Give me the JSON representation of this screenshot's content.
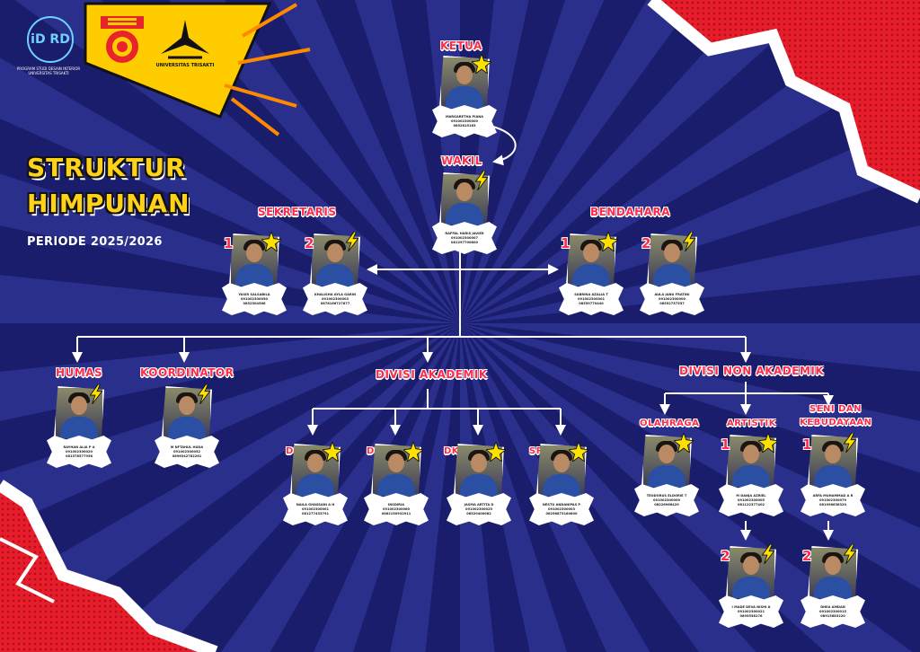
{
  "header": {
    "logo1_text": "iD RD",
    "logo1_caption": "PROGRAM STUDI DESAIN INTERIOR\nUNIVERSITAS TRISAKTI",
    "logo3_caption": "UNIVERSITAS TRISAKTI"
  },
  "heading": {
    "line1": "STRUKTUR",
    "line2": "HIMPUNAN",
    "period": "PERIODE 2025/2026"
  },
  "roles": {
    "ketua": "KETUA",
    "wakil": "WAKIL",
    "sekretaris": "SEKRETARIS",
    "bendahara": "BENDAHARA",
    "humas": "HUMAS",
    "koordinator": "KOORDINATOR",
    "akademik": "DIVISI AKADEMIK",
    "nonakademik": "DIVISI  NON AKADEMIK",
    "di": "DI",
    "dp": "DP",
    "dkv": "DKV",
    "sr": "SR",
    "olahraga": "OLAHRAGA",
    "artistik": "ARTISTIK",
    "seni1": "SENI DAN",
    "seni2": "KEBUDAYAAN"
  },
  "members": {
    "ketua": {
      "name": "MARGARETHA PIANA",
      "id": "091002300000",
      "phone": "0852815163"
    },
    "wakil": {
      "name": "RAFFAL HARIS JAVIER",
      "id": "091002300007",
      "phone": "081297700800"
    },
    "sekretaris1": {
      "rank": "1",
      "name": "YASIR SALSABILA",
      "id": "091002300050",
      "phone": "0852504566"
    },
    "sekretaris2": {
      "rank": "2",
      "name": "KHALISHA AYLA GARIN",
      "id": "091002300003",
      "phone": "0878166727877"
    },
    "bendahara1": {
      "rank": "1",
      "name": "SABRINA AZALIA T",
      "id": "091002300001",
      "phone": "08559770440"
    },
    "bendahara2": {
      "rank": "2",
      "name": "AULA JANU FRATINI",
      "id": "091002300000",
      "phone": "08552757557"
    },
    "humas": {
      "name": "RAYHAN ALIA P A",
      "id": "091002300020",
      "phone": "081578577958"
    },
    "koordinator": {
      "name": "M NFTAHUL HUDA",
      "id": "091002300052",
      "phone": "0896342782261"
    },
    "di": {
      "name": "NAILA GHASSANI A H",
      "id": "091002300001",
      "phone": "081277433791"
    },
    "dp": {
      "name": "INSDIRIA",
      "id": "091002300060",
      "phone": "0882150932911"
    },
    "dkv": {
      "name": "JASMA ARTITA D",
      "id": "091002300025",
      "phone": "08520400082"
    },
    "sr": {
      "name": "NESTU ANDANIPAS P",
      "id": "091002300003",
      "phone": "08256873180800"
    },
    "olahraga": {
      "name": "TEODORUS ELDORIE T",
      "id": "091002300000",
      "phone": "08226966429"
    },
    "artistik1": {
      "rank": "1",
      "name": "M DANJA AZRIEL",
      "id": "091002300005",
      "phone": "081122377402"
    },
    "seni1": {
      "rank": "1",
      "name": "ARFA MUHAMMAD A R",
      "id": "091002300079",
      "phone": "081998638320"
    },
    "artistik2": {
      "rank": "2",
      "name": "I MADE DEVA NISHI A",
      "id": "091002300021",
      "phone": "0895558176"
    },
    "seni2": {
      "rank": "2",
      "name": "DHEA AMDAN",
      "id": "091002300015",
      "phone": "08915683220"
    }
  },
  "colors": {
    "accent_red": "#ff2a4a",
    "title_yellow": "#ffd21a",
    "background": "#1b1f6e",
    "star": "#ffe100"
  },
  "icons": [
    "star-burst-icon",
    "lightning-icon",
    "arrow-icon"
  ]
}
